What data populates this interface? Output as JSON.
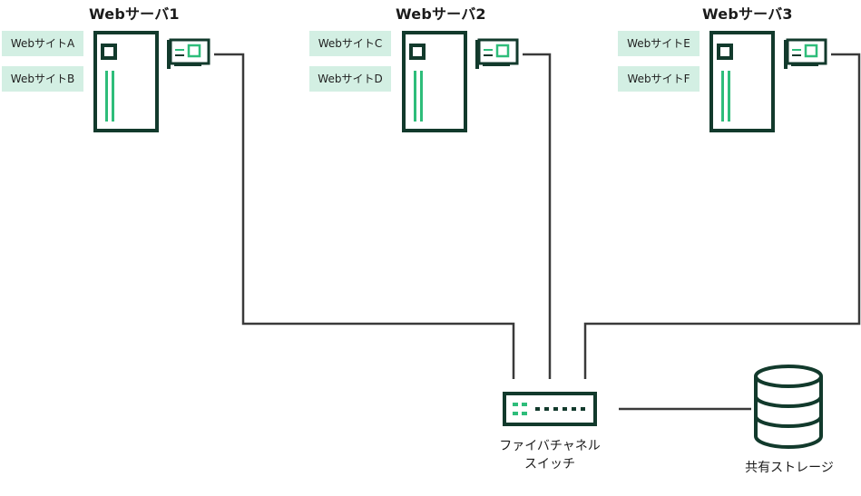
{
  "servers": [
    {
      "title": "Webサーバ1",
      "sites": [
        "WebサイトA",
        "WebサイトB"
      ]
    },
    {
      "title": "Webサーバ2",
      "sites": [
        "WebサイトC",
        "WebサイトD"
      ]
    },
    {
      "title": "Webサーバ3",
      "sites": [
        "WebサイトE",
        "WebサイトF"
      ]
    }
  ],
  "switch": {
    "label_line1": "ファイバチャネル",
    "label_line2": "スイッチ"
  },
  "storage": {
    "label": "共有ストレージ"
  },
  "colors": {
    "stroke": "#123a2c",
    "accent": "#2ebd7a",
    "tag_bg": "#d3efe3",
    "line": "#3a3a3a"
  }
}
